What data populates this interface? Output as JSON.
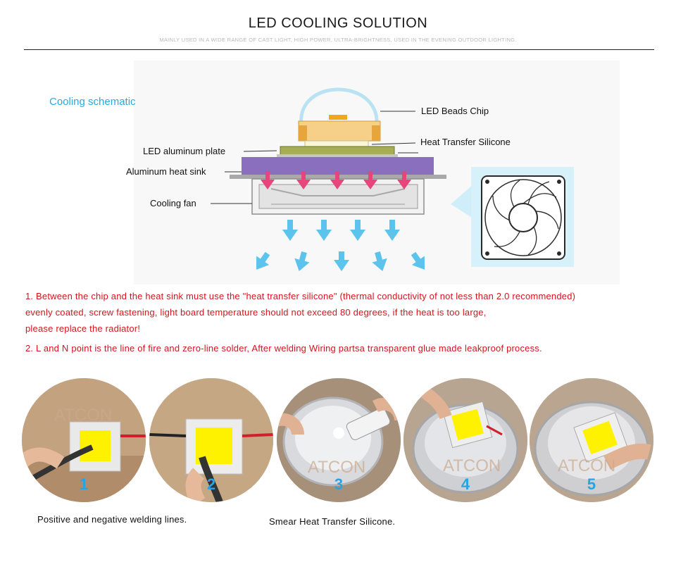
{
  "header": {
    "title": "LED COOLING SOLUTION",
    "subtitle": "MAINLY USED IN A WIDE RANGE OF CAST LIGHT, HIGH POWER, ULTRA-BRIGHTNESS, USED IN THE EVENING OUTDOOR LIGHTING."
  },
  "schematic": {
    "label": "Cooling schematic",
    "callouts": {
      "led_beads_chip": "LED Beads Chip",
      "heat_transfer_silicone": "Heat Transfer Silicone",
      "led_aluminum_plate": "LED aluminum plate",
      "aluminum_heat_sink": "Aluminum heat sink",
      "cooling_fan": "Cooling fan"
    },
    "colors": {
      "accent_blue": "#29a9df",
      "heat_sink_purple": "#8b6fbf",
      "heat_arrow_pink": "#e8457d",
      "air_arrow_blue": "#5cc3ec"
    }
  },
  "notes": {
    "note1": "1. Between the chip and the heat sink must use the \"heat transfer silicone\" (thermal conductivity of not less than 2.0 recommended) evenly coated, screw fastening, light board temperature should not exceed 80 degrees, if the heat is too large, please replace the radiator!",
    "note1_line1": "1. Between the chip and the heat sink must use the \"heat transfer silicone\" (thermal conductivity of not less than 2.0 recommended)",
    "note1_line2": "evenly coated, screw fastening, light board temperature should not exceed 80 degrees, if the heat is too large,",
    "note1_line3": "please replace the radiator!",
    "note2": "2. L and N point is the line of fire and zero-line solder, After welding Wiring partsa transparent glue made leakproof process."
  },
  "steps": [
    {
      "number": "1",
      "watermark": "ATCON"
    },
    {
      "number": "2",
      "watermark": ""
    },
    {
      "number": "3",
      "watermark": "ATCON"
    },
    {
      "number": "4",
      "watermark": "ATCON"
    },
    {
      "number": "5",
      "watermark": "ATCON"
    }
  ],
  "captions": {
    "welding": "Positive and negative welding lines.",
    "silicone": "Smear Heat Transfer Silicone."
  }
}
